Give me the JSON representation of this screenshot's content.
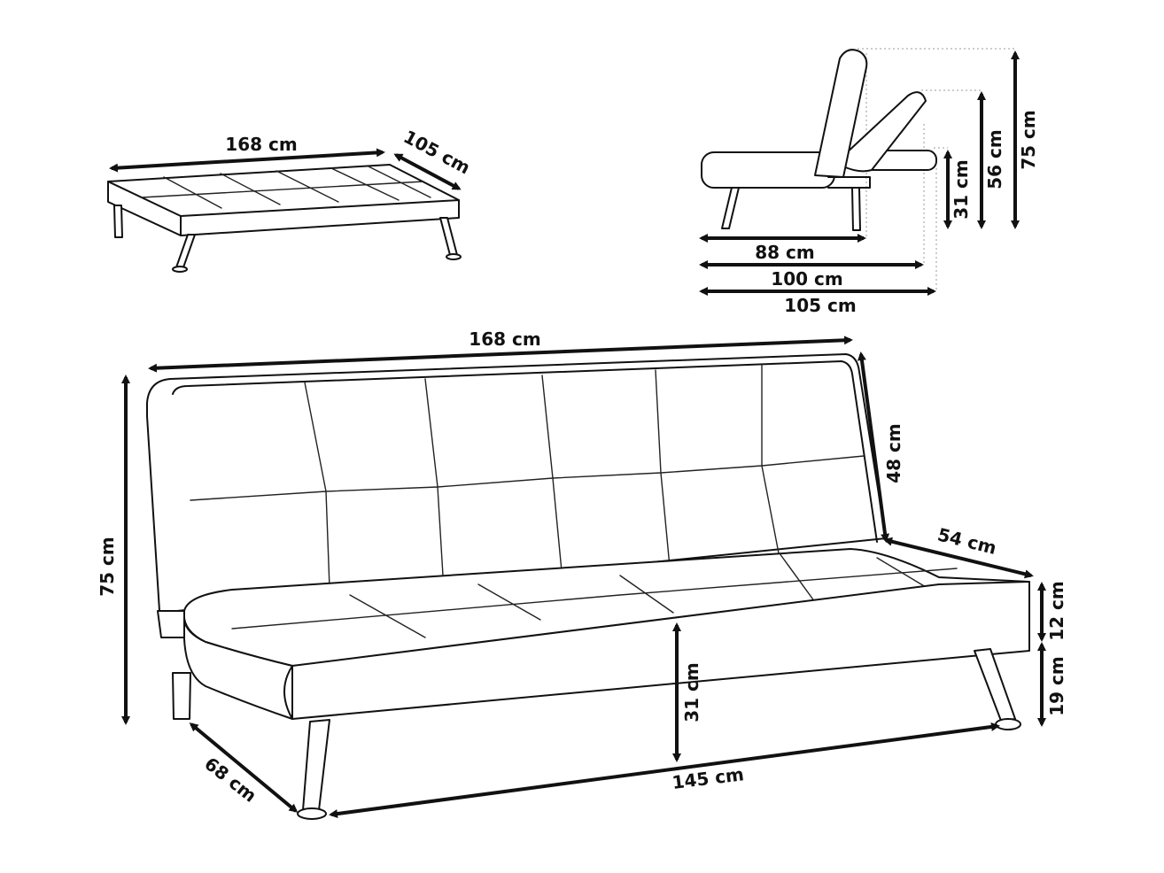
{
  "dimension_labels": {
    "top_left_width": "168 cm",
    "top_left_depth": "105 cm",
    "side_height_75": "75 cm",
    "side_height_56": "56 cm",
    "side_height_31": "31 cm",
    "side_depth_88": "88 cm",
    "side_depth_100": "100 cm",
    "side_depth_105": "105 cm",
    "main_width": "168 cm",
    "main_height": "75 cm",
    "main_back_height": "48 cm",
    "main_seat_depth": "54 cm",
    "main_seat_thickness": "12 cm",
    "main_leg_height": "19 cm",
    "main_seat_height": "31 cm",
    "main_leg_span": "145 cm",
    "main_depth": "68 cm"
  }
}
